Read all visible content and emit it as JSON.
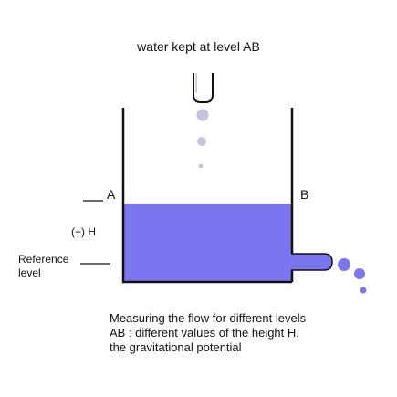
{
  "title": "water kept at level AB",
  "labels": {
    "a": "A",
    "b": "B",
    "height": "(+) H",
    "reference_line1": "Reference",
    "reference_line2": "level"
  },
  "caption": {
    "line1": "Measuring the flow for different levels",
    "line2": "AB : different values of the height H,",
    "line3": "the gravitational potential"
  },
  "colors": {
    "water": "#7b76f0",
    "inflow_drops": "#c6c2e0",
    "outflow_drops": "#7b76f0",
    "walls": "#111111"
  }
}
